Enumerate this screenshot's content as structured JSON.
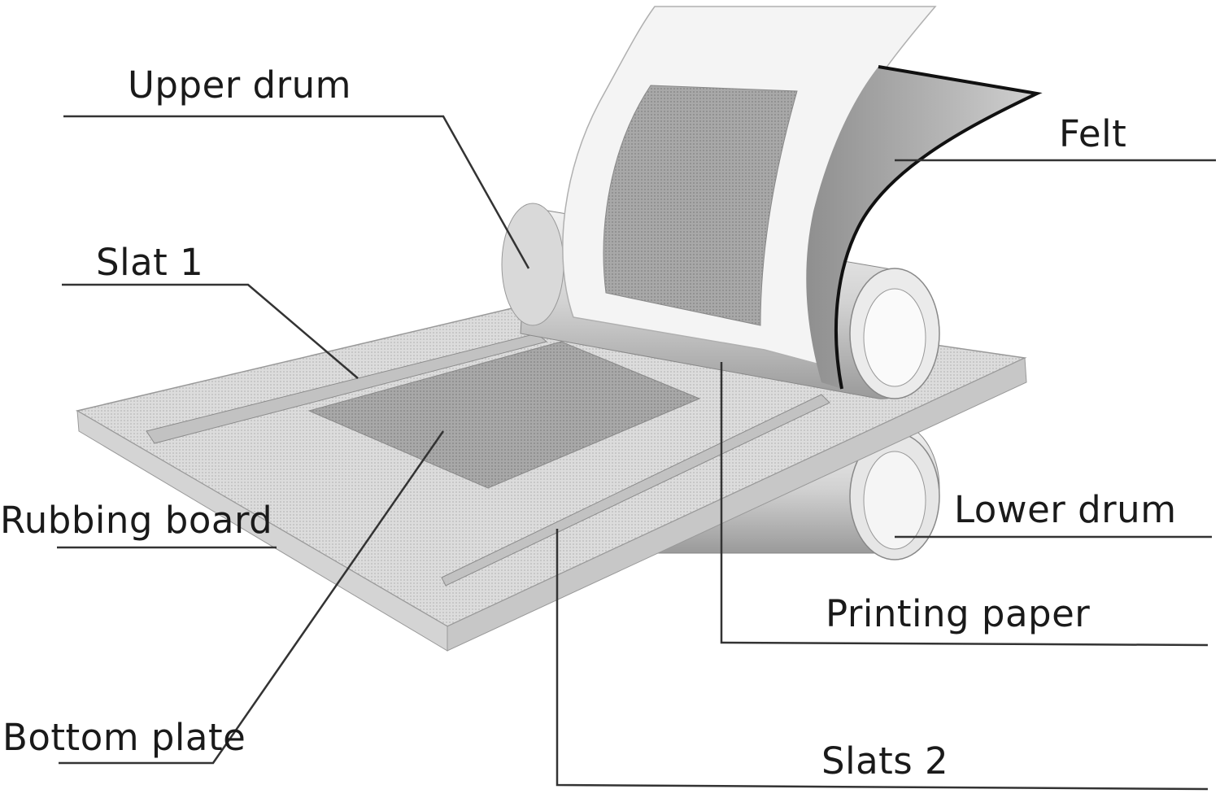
{
  "labels": {
    "upper_drum": "Upper drum",
    "felt": "Felt",
    "slat_1": "Slat 1",
    "rubbing_board": "Rubbing board",
    "lower_drum": "Lower drum",
    "printing_paper": "Printing paper",
    "bottom_plate": "Bottom plate",
    "slats_2": "Slats 2"
  },
  "colors": {
    "line": "#333333",
    "part_light": "#e6e6e6",
    "part_mid": "#cfcfcf",
    "part_dark": "#a9a9a9",
    "felt_edge": "#111111"
  }
}
